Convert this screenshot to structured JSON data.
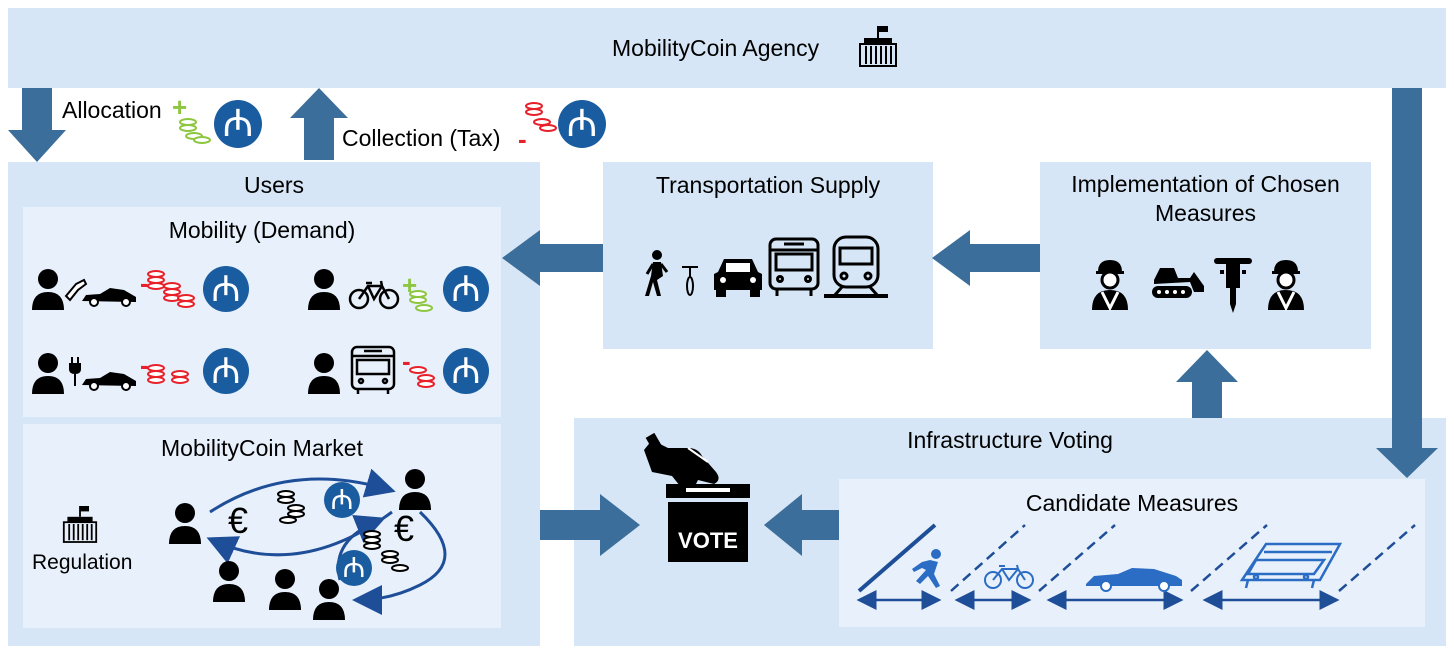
{
  "agency": {
    "title": "MobilityCoin Agency"
  },
  "flows": {
    "allocation": "Allocation",
    "collection": "Collection (Tax)"
  },
  "users": {
    "title": "Users",
    "mobility_title": "Mobility (Demand)",
    "market_title": "MobilityCoin Market",
    "regulation": "Regulation"
  },
  "supply": {
    "title": "Transportation Supply"
  },
  "implementation": {
    "title_line1": "Implementation of Chosen",
    "title_line2": "Measures"
  },
  "voting": {
    "title": "Infrastructure Voting",
    "candidate_title": "Candidate Measures",
    "vote_label": "VOTE"
  },
  "coin": {
    "symbol": "₼"
  },
  "signs": {
    "plus": "+",
    "minus": "-"
  },
  "currency": {
    "euro": "€"
  },
  "icons": [
    "government-building-icon",
    "person-icon",
    "fuel-nozzle-icon",
    "car-icon",
    "bicycle-icon",
    "ev-plug-icon",
    "bus-icon",
    "train-icon",
    "walking-person-icon",
    "coins-icon",
    "mobility-coin-icon",
    "worker-icon",
    "bulldozer-icon",
    "jackhammer-icon",
    "ballot-box-icon",
    "hand-icon"
  ],
  "colors": {
    "panel_light": "#d6e6f6",
    "panel_inner": "#e8f1fb",
    "arrow": "#3b6e9a",
    "coin_fill": "#1a5ca0",
    "coin_red": "#e8202a",
    "coin_green": "#8dc63f",
    "lane_blue": "#1f4e99"
  }
}
